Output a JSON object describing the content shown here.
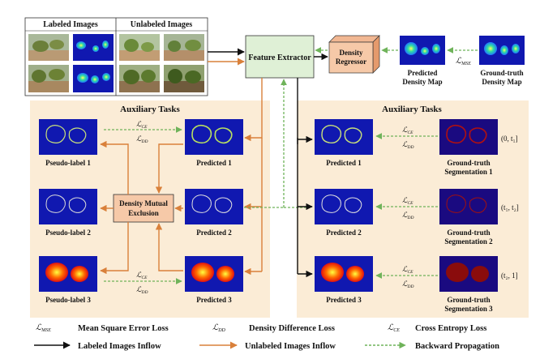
{
  "top": {
    "labeled_title": "Labeled Images",
    "unlabeled_title": "Unlabeled Images",
    "feature_extractor": "Feature Extractor",
    "density_regressor_l1": "Density",
    "density_regressor_l2": "Regressor",
    "predicted_map_l1": "Predicted",
    "predicted_map_l2": "Density Map",
    "gt_map_l1": "Ground-truth",
    "gt_map_l2": "Density Map",
    "mse_symbol": "ℒ",
    "mse_sub": "MSE"
  },
  "left_panel": {
    "title": "Auxiliary Tasks",
    "pseudo_labels": [
      "Pseudo-label 1",
      "Pseudo-label 2",
      "Pseudo-label 3"
    ],
    "predicted": [
      "Predicted 1",
      "Predicted 2",
      "Predicted 3"
    ],
    "dme_l1": "Density Mutual",
    "dme_l2": "Exclusion",
    "ce_sub": "CE",
    "dd_sub": "DD"
  },
  "right_panel": {
    "title": "Auxiliary Tasks",
    "predicted": [
      "Predicted 1",
      "Predicted 2",
      "Predicted 3"
    ],
    "gt_l1": [
      "Ground-truth",
      "Ground-truth",
      "Ground-truth"
    ],
    "gt_l2": [
      "Segmentation 1",
      "Segmentation 2",
      "Segmentation 3"
    ],
    "intervals": [
      "(0, t₁]",
      "(t₁, t₂]",
      "(t₂, 1]"
    ]
  },
  "legend": {
    "mse_label": "Mean Square Error Loss",
    "dd_label": "Density Difference Loss",
    "ce_label": "Cross Entropy Loss",
    "labeled_flow": "Labeled Images Inflow",
    "unlabeled_flow": "Unlabeled Images Inflow",
    "backward": "Backward Propagation",
    "mse_sub": "MSE",
    "dd_sub": "DD",
    "ce_sub": "CE"
  },
  "colors": {
    "orange_arrow": "#d9803a",
    "green_dashed": "#6fb35a",
    "panel_bg": "#fbecd6",
    "feature_box": "#dff0d6",
    "orange_box": "#f6c9a8",
    "map_blue": "#1018b0"
  }
}
